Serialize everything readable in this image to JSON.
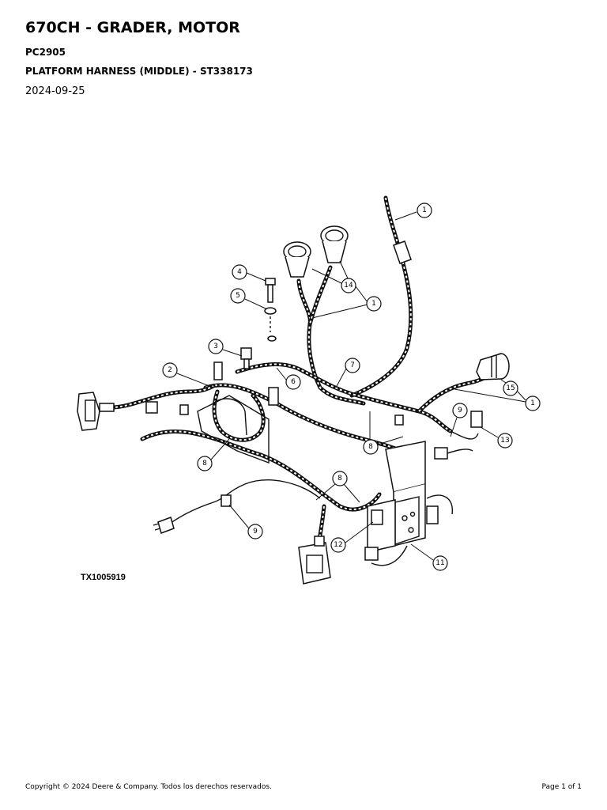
{
  "header": {
    "title": "670CH - GRADER, MOTOR",
    "code": "PC2905",
    "subtitle": "PLATFORM HARNESS (MIDDLE) - ST338173",
    "date": "2024-09-25"
  },
  "diagram": {
    "figure_id": "TX1005919",
    "callouts": [
      "1",
      "1",
      "1",
      "2",
      "3",
      "4",
      "5",
      "6",
      "7",
      "8",
      "8",
      "8",
      "9",
      "9",
      "11",
      "12",
      "13",
      "14",
      "15"
    ]
  },
  "footer": {
    "copyright": "Copyright © 2024 Deere & Company. Todos los derechos reservados.",
    "page": "Page 1 of 1"
  }
}
